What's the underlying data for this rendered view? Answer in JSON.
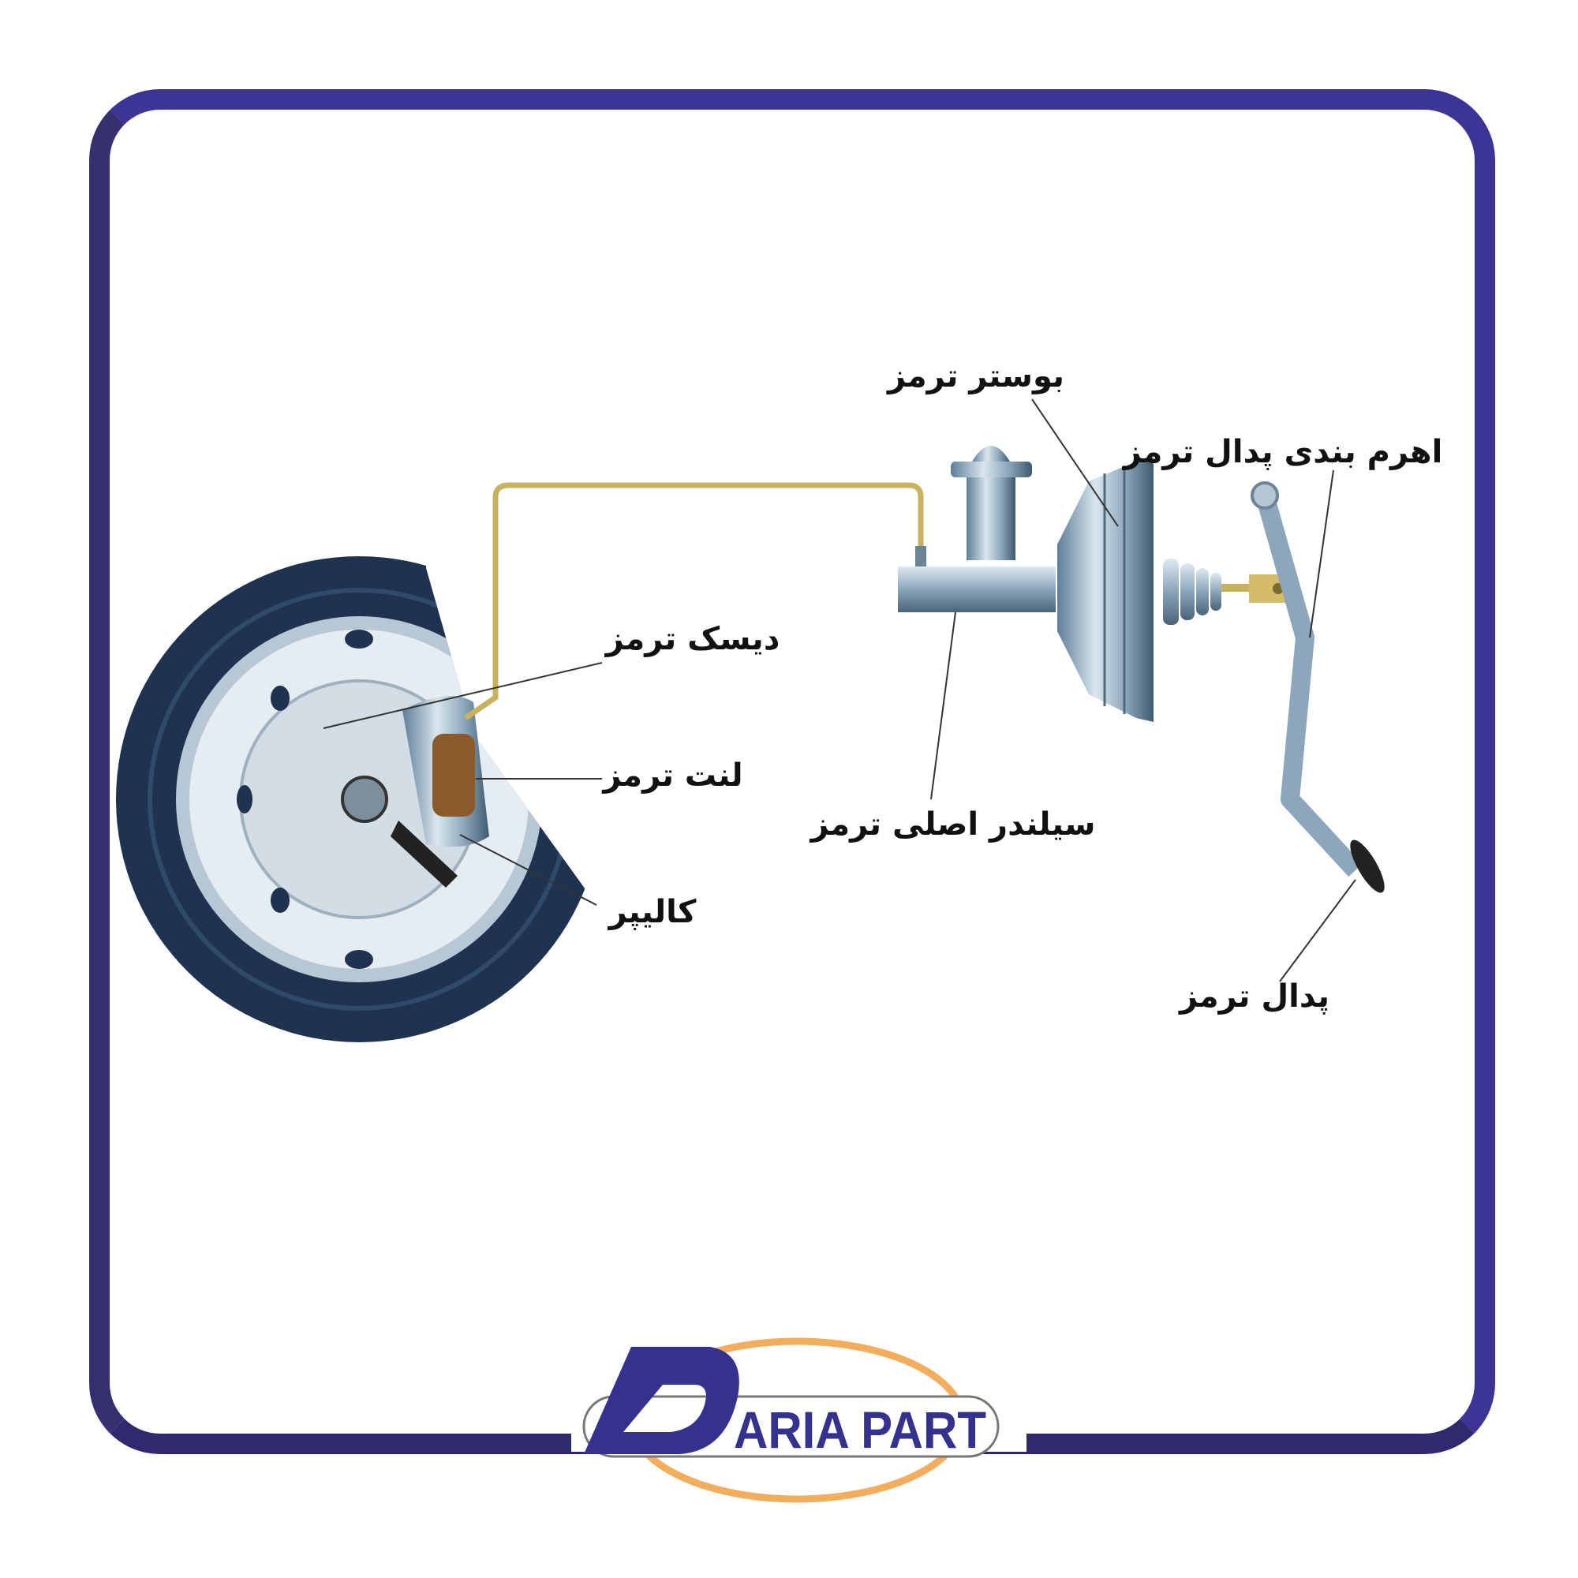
{
  "labels": {
    "brake_booster": "بوستر ترمز",
    "pedal_linkage": "اهرم بندی پدال ترمز",
    "brake_disc": "دیسک ترمز",
    "brake_pad": "لنت ترمز",
    "caliper": "کالیپر",
    "master_cylinder": "سیلندر اصلی ترمز",
    "brake_pedal": "پدال ترمز"
  },
  "logo": {
    "text": "DARIA PART"
  },
  "colors": {
    "frame": "#3c3590",
    "logo_blue": "#35318f",
    "logo_orange": "#f0a040",
    "brake_line": "#e6d48a",
    "tire": "#1f3350"
  }
}
